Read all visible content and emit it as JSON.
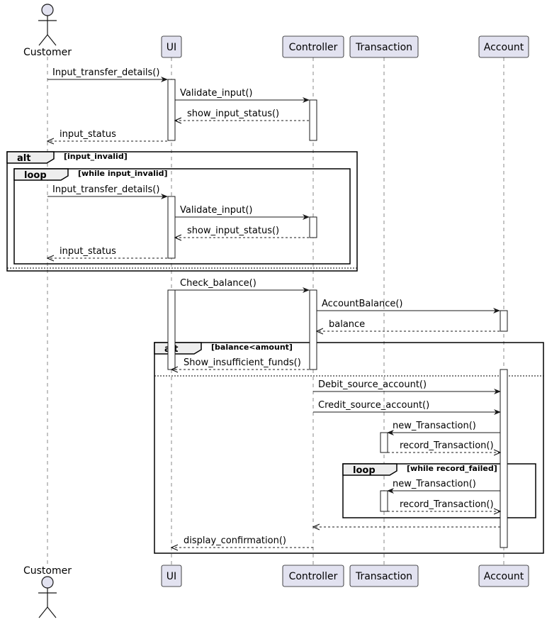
{
  "colors": {
    "participant_fill": "#e2e2f0",
    "participant_stroke": "#181818",
    "lifeline": "#888888",
    "activation_fill": "#ffffff",
    "frame_tab_fill": "#eeeeee"
  },
  "participants": [
    {
      "id": "customer",
      "name": "Customer",
      "kind": "actor"
    },
    {
      "id": "ui",
      "name": "UI",
      "kind": "box"
    },
    {
      "id": "controller",
      "name": "Controller",
      "kind": "box"
    },
    {
      "id": "transaction",
      "name": "Transaction",
      "kind": "box"
    },
    {
      "id": "account",
      "name": "Account",
      "kind": "box"
    }
  ],
  "messages": [
    {
      "from": "customer",
      "to": "ui",
      "label": "Input_transfer_details()",
      "style": "solid"
    },
    {
      "from": "ui",
      "to": "controller",
      "label": "Validate_input()",
      "style": "solid"
    },
    {
      "from": "controller",
      "to": "ui",
      "label": "show_input_status()",
      "style": "dashed"
    },
    {
      "from": "ui",
      "to": "customer",
      "label": "input_status",
      "style": "dashed"
    },
    {
      "from": "customer",
      "to": "ui",
      "label": "Input_transfer_details()",
      "style": "solid"
    },
    {
      "from": "ui",
      "to": "controller",
      "label": "Validate_input()",
      "style": "solid"
    },
    {
      "from": "controller",
      "to": "ui",
      "label": "show_input_status()",
      "style": "dashed"
    },
    {
      "from": "ui",
      "to": "customer",
      "label": "input_status",
      "style": "dashed"
    },
    {
      "from": "ui",
      "to": "controller",
      "label": "Check_balance()",
      "style": "solid"
    },
    {
      "from": "controller",
      "to": "account",
      "label": "AccountBalance()",
      "style": "solid"
    },
    {
      "from": "account",
      "to": "controller",
      "label": "balance",
      "style": "dashed"
    },
    {
      "from": "controller",
      "to": "ui",
      "label": "Show_insufficient_funds()",
      "style": "dashed"
    },
    {
      "from": "controller",
      "to": "account",
      "label": "Debit_source_account()",
      "style": "solid"
    },
    {
      "from": "controller",
      "to": "account",
      "label": "Credit_source_account()",
      "style": "solid"
    },
    {
      "from": "account",
      "to": "transaction",
      "label": "new_Transaction()",
      "style": "solid"
    },
    {
      "from": "transaction",
      "to": "account",
      "label": "record_Transaction()",
      "style": "dashed"
    },
    {
      "from": "account",
      "to": "transaction",
      "label": "new_Transaction()",
      "style": "solid"
    },
    {
      "from": "transaction",
      "to": "account",
      "label": "record_Transaction()",
      "style": "dashed"
    },
    {
      "from": "account",
      "to": "controller",
      "label": "",
      "style": "dashed"
    },
    {
      "from": "controller",
      "to": "ui",
      "label": "display_confirmation()",
      "style": "dashed"
    }
  ],
  "fragments": [
    {
      "kind": "alt",
      "guard": "[input_invalid]"
    },
    {
      "kind": "loop",
      "guard": "[while input_invalid]"
    },
    {
      "kind": "alt",
      "guard": "[balance<amount]"
    },
    {
      "kind": "loop",
      "guard": "[while record_failed]"
    }
  ]
}
